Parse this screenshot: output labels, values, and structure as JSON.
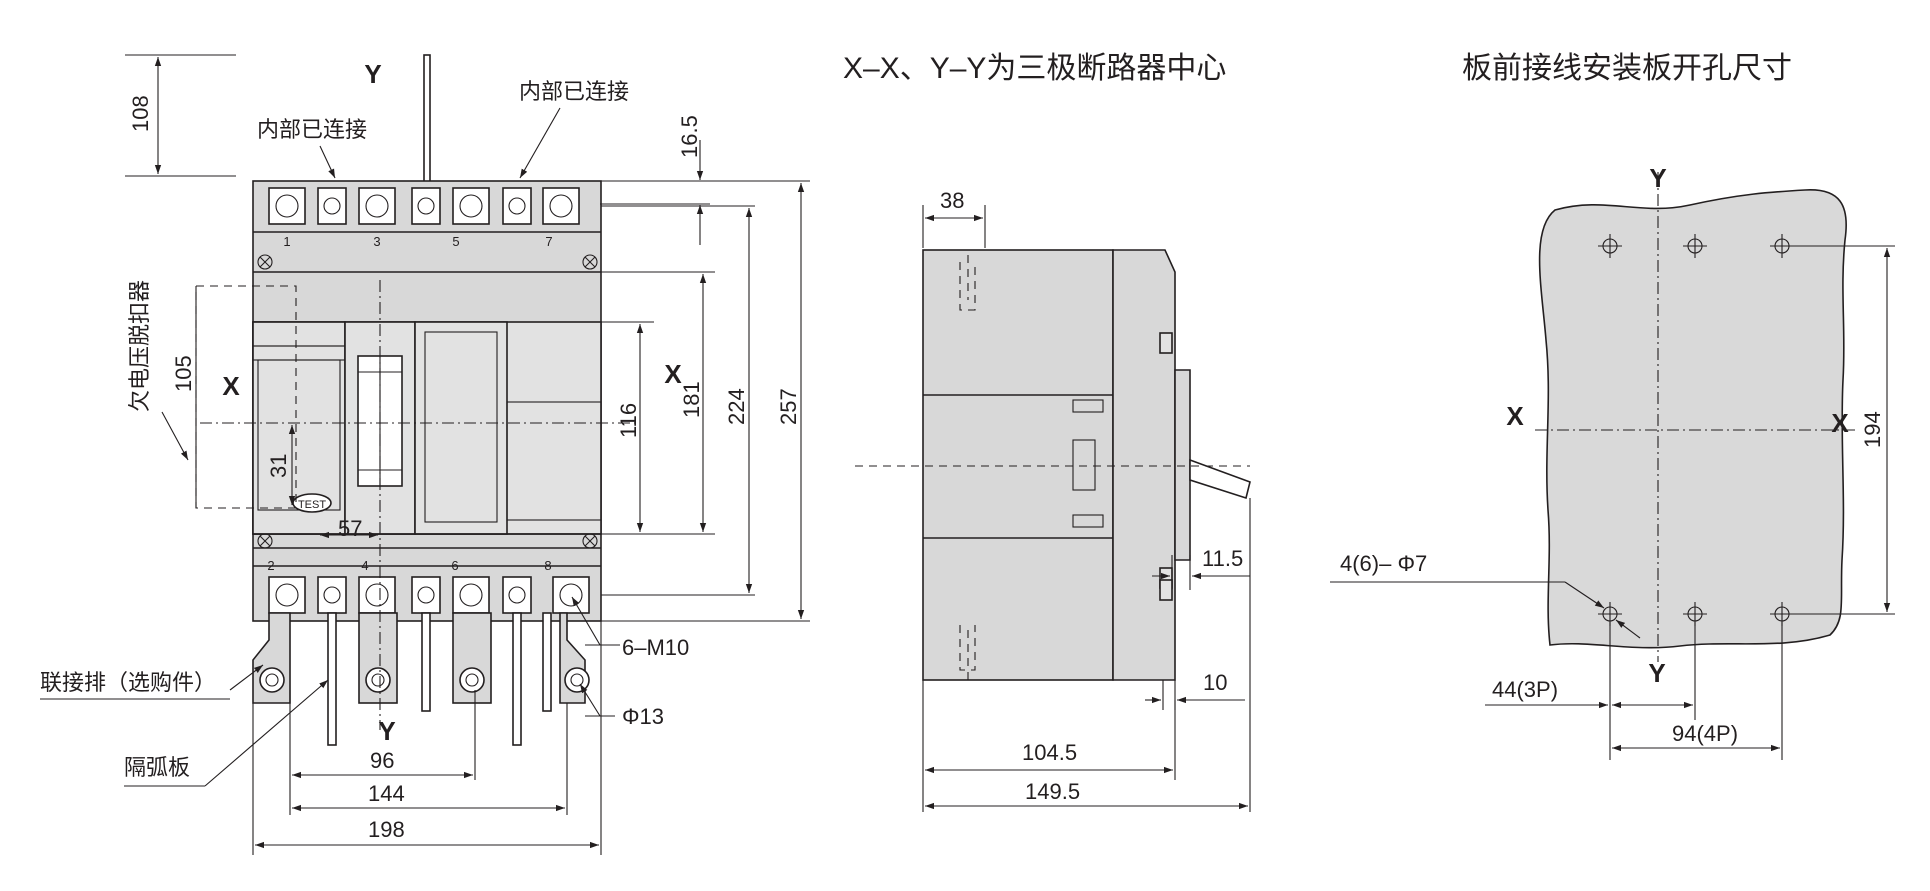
{
  "titles": {
    "side_view": "X–X、Y–Y为三极断路器中心",
    "panel_cutout": "板前接线安装板开孔尺寸"
  },
  "axes": {
    "x": "X",
    "y": "Y"
  },
  "front_view": {
    "label_internal_connected_1": "内部已连接",
    "label_internal_connected_2": "内部已连接",
    "label_undervoltage_release": "欠电压脱扣器",
    "label_busbar": "联接排（选购件）",
    "label_arc_barrier": "隔弧板",
    "test_button": "TEST",
    "terminal_numbers_top": [
      "1",
      "3",
      "5",
      "7"
    ],
    "terminal_numbers_bottom": [
      "2",
      "4",
      "6",
      "8"
    ],
    "dims": {
      "d108": "108",
      "d16_5": "16.5",
      "d105": "105",
      "d31": "31",
      "d57": "57",
      "d116": "116",
      "d181": "181",
      "d224": "224",
      "d257": "257",
      "d6m10": "6–M10",
      "d13": "Φ13",
      "d96": "96",
      "d144": "144",
      "d198": "198"
    }
  },
  "side_view": {
    "dims": {
      "d38": "38",
      "d11_5": "11.5",
      "d10": "10",
      "d104_5": "104.5",
      "d149_5": "149.5"
    }
  },
  "panel_view": {
    "dims": {
      "d194": "194",
      "holes": "4(6)– Φ7",
      "d44": "44(3P)",
      "d94": "94(4P)"
    }
  }
}
